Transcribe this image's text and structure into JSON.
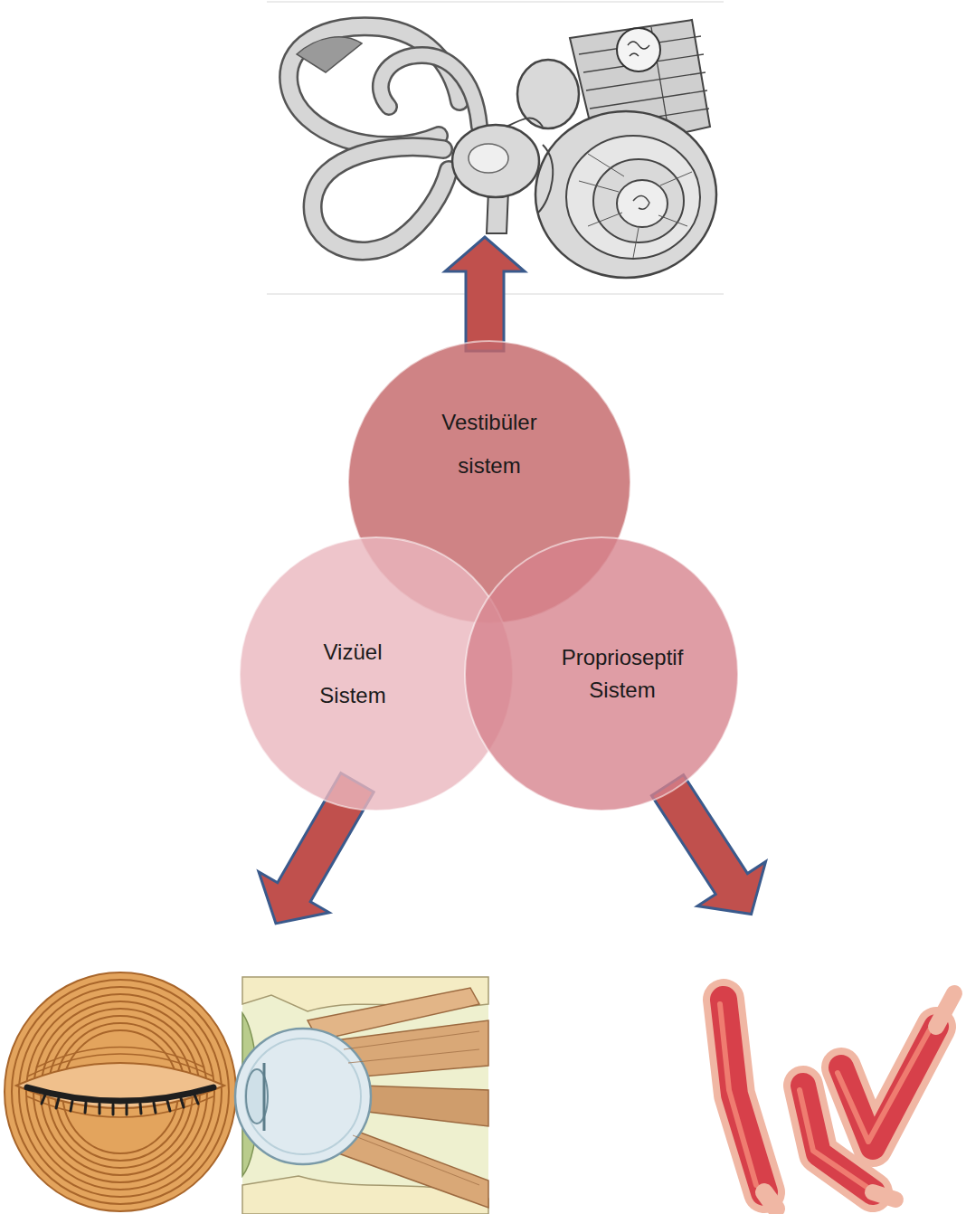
{
  "diagram": {
    "nodes": [
      {
        "text": [
          "Vestibüler sistem"
        ]
      },
      {
        "text": [
          "Vizüel Sistem"
        ]
      },
      {
        "text": [
          "Proprioseptif Sistem"
        ]
      }
    ]
  }
}
